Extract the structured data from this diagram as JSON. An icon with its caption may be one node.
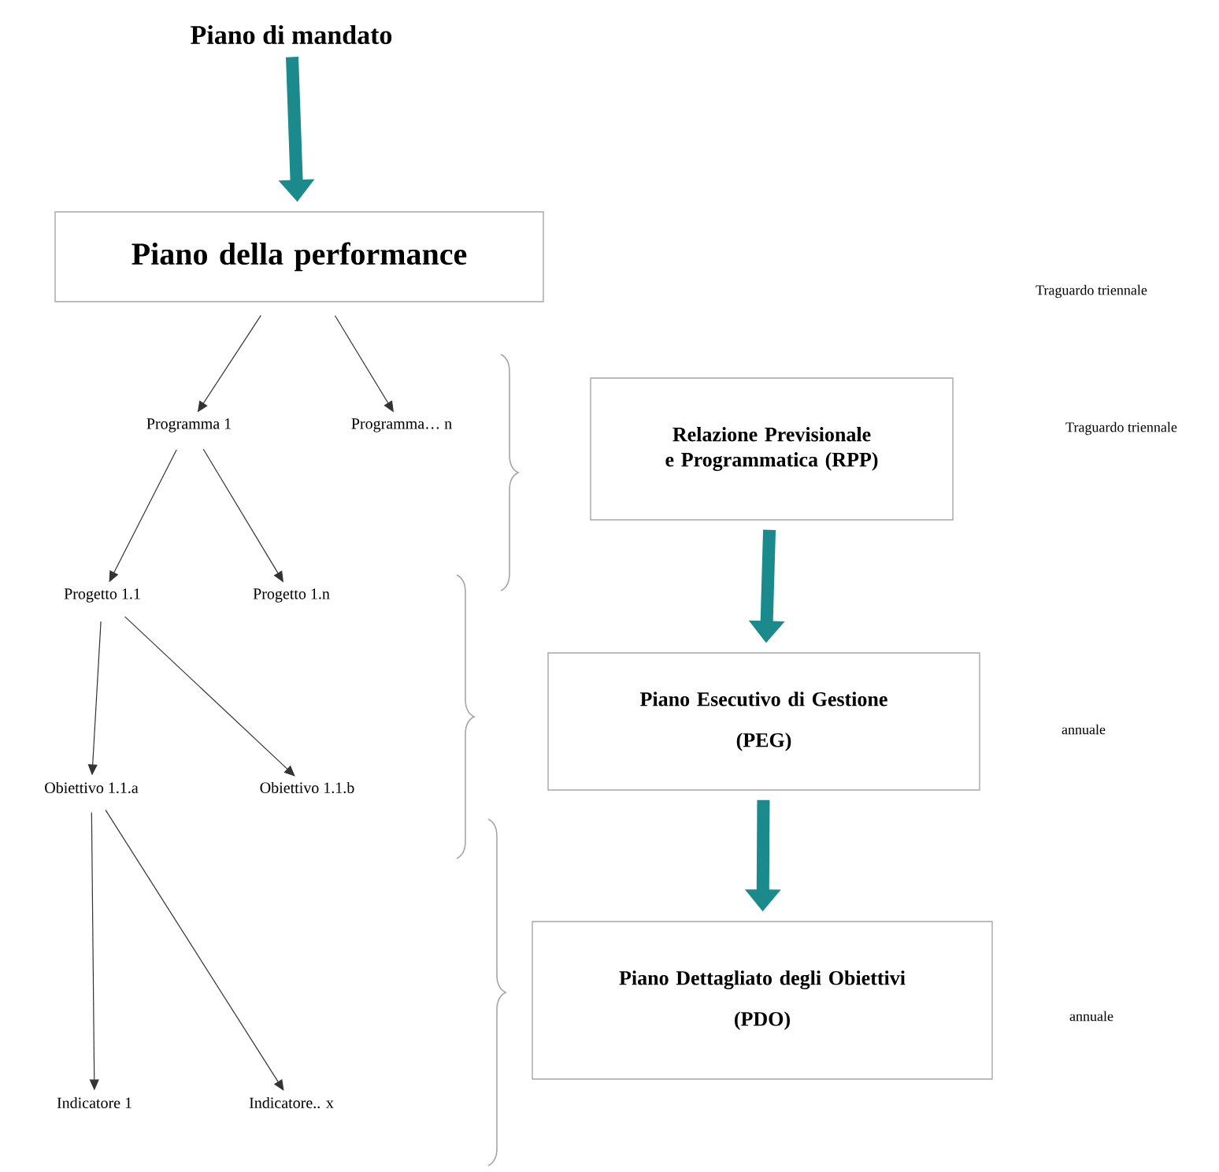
{
  "diagram": {
    "nodes": [
      {
        "text": [
          "Piano di mandato"
        ]
      },
      {
        "text": [
          "Piano della performance"
        ]
      },
      {
        "text": [
          "Programma 1"
        ]
      },
      {
        "text": [
          "Programma… n"
        ]
      },
      {
        "text": [
          "Progetto 1.1"
        ]
      },
      {
        "text": [
          "Progetto 1.n"
        ]
      },
      {
        "text": [
          "Obiettivo 1.1.a"
        ]
      },
      {
        "text": [
          "Obiettivo 1.1.b"
        ]
      },
      {
        "text": [
          "Indicatore 1"
        ]
      },
      {
        "text": [
          "Indicatore.. x"
        ]
      },
      {
        "text": [
          "Relazione Previsionale e Programmatica (RPP)"
        ]
      },
      {
        "text": [
          "Piano Esecutivo di Gestione",
          "(PEG)"
        ]
      },
      {
        "text": [
          "Piano Dettagliato degli Obiettivi",
          "(PDO)"
        ]
      }
    ],
    "edges": [
      {
        "from": 0,
        "to": 1,
        "arrow": "to",
        "style": "thick",
        "color": "#1b8a8c"
      },
      {
        "from": 1,
        "to": 2,
        "arrow": "to"
      },
      {
        "from": 1,
        "to": 3,
        "arrow": "to"
      },
      {
        "from": 2,
        "to": 4,
        "arrow": "to"
      },
      {
        "from": 2,
        "to": 5,
        "arrow": "to"
      },
      {
        "from": 4,
        "to": 6,
        "arrow": "to"
      },
      {
        "from": 4,
        "to": 7,
        "arrow": "to"
      },
      {
        "from": 6,
        "to": 8,
        "arrow": "to"
      },
      {
        "from": 6,
        "to": 9,
        "arrow": "to"
      },
      {
        "from": 10,
        "to": 11,
        "arrow": "to",
        "style": "thick",
        "color": "#1b8a8c"
      },
      {
        "from": 11,
        "to": 12,
        "arrow": "to",
        "style": "thick",
        "color": "#1b8a8c"
      }
    ],
    "labels": [
      "Traguardo triennale",
      "Traguardo triennale",
      "annuale",
      "annuale"
    ]
  }
}
